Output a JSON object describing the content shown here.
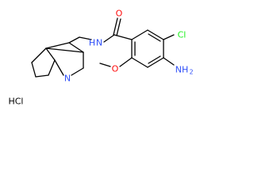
{
  "colors": {
    "bond": "#000000",
    "carbon": "#000000",
    "nitrogen": "#3050f8",
    "oxygen": "#ff0d0d",
    "chlorine": "#1ff01f",
    "salt": "#000000"
  },
  "atoms": {
    "carbonyl_oxygen": {
      "text": "O",
      "element": "oxygen"
    },
    "amide_nitrogen": {
      "text": "N",
      "element": "nitrogen"
    },
    "amide_hydrogen": {
      "text": "H",
      "element": "nitrogen"
    },
    "ring_nitrogen": {
      "text": "N",
      "element": "nitrogen"
    },
    "methoxy_oxygen": {
      "text": "O",
      "element": "oxygen"
    },
    "chlorine": {
      "text": "Cl",
      "element": "chlorine"
    },
    "amine": {
      "text": "NH",
      "element": "nitrogen"
    },
    "amine_subscript": {
      "text": "2",
      "element": "nitrogen"
    }
  },
  "salt": {
    "text": "HCl"
  }
}
